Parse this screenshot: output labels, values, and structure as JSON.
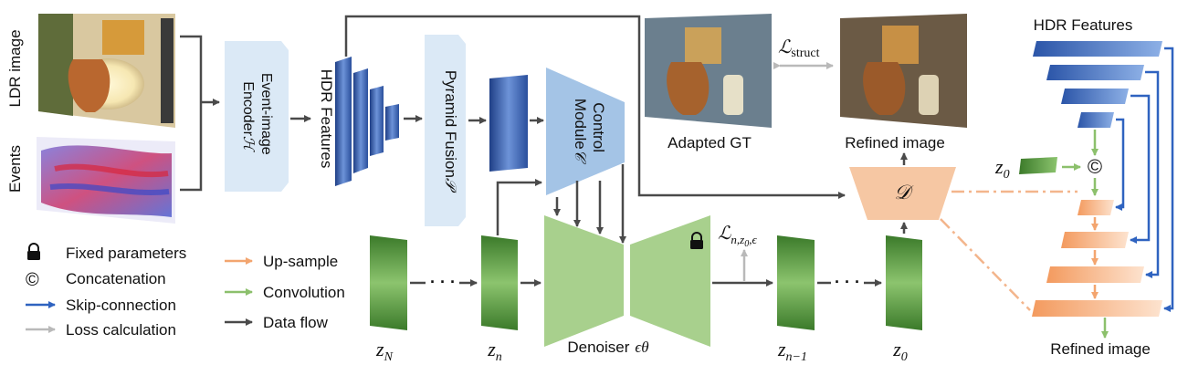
{
  "inputs": {
    "ldr_label": "LDR image",
    "events_label": "Events"
  },
  "encoder": {
    "line1": "Event-image",
    "line2": "Encoder",
    "symbol": "ℋ"
  },
  "hdr_features_label": "HDR Features",
  "pyramid": {
    "label": "Pyramid Fusion",
    "symbol": "𝒫"
  },
  "control": {
    "line1": "Control",
    "line2": "Module",
    "symbol": "𝒞"
  },
  "denoiser": {
    "label": "Denoiser",
    "symbol": "ϵθ"
  },
  "latents": {
    "zN": "zN",
    "zn": "zn",
    "zn1": "zn−1",
    "z0": "z0",
    "z0_right": "z0"
  },
  "dots": "· · ·",
  "decoder": {
    "symbol": "𝒟"
  },
  "images": {
    "adapted_gt": "Adapted GT",
    "refined": "Refined image"
  },
  "losses": {
    "struct": "ℒstruct",
    "denoise": "ℒn,z0,ϵ"
  },
  "right_panel": {
    "title": "HDR Features",
    "output": "Refined image",
    "concat_symbol": "©"
  },
  "legend": [
    {
      "icon": "lock-icon",
      "label": "Fixed parameters"
    },
    {
      "icon": "copyright-icon",
      "label": "Concatenation"
    },
    {
      "icon": "blue-arrow-icon",
      "label": "Skip-connection",
      "color": "#2f63c0"
    },
    {
      "icon": "gray-arrow-icon",
      "label": "Loss calculation",
      "color": "#b9b9b9"
    },
    {
      "icon": "orange-arrow-icon",
      "label": "Up-sample",
      "color": "#f3a56f"
    },
    {
      "icon": "green-arrow-icon",
      "label": "Convolution",
      "color": "#8cc06c"
    },
    {
      "icon": "dark-arrow-icon",
      "label": "Data flow",
      "color": "#4a4a4a"
    }
  ],
  "colors": {
    "encoder_fill": "#dbe9f6",
    "control_fill": "#a4c4e6",
    "denoiser_fill": "#a8d08d",
    "decoder_fill": "#f6c7a3",
    "hdr_blue": "#3a64b8",
    "latent_green": "#4f8f36",
    "refined_orange": "#f7b68b"
  }
}
